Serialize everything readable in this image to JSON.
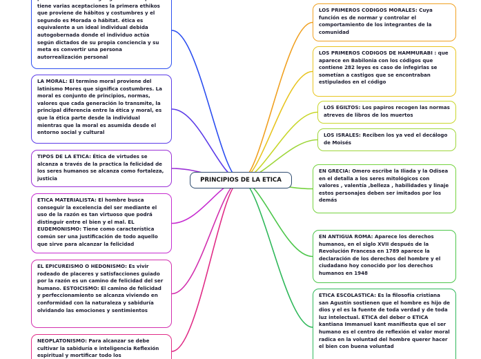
{
  "central": {
    "title": "PRINCIPIOS DE LA ETICA"
  },
  "nodes": [
    {
      "id": "etica_origen",
      "side": "left",
      "color": "#2b4ef0",
      "text": "proviene de de la voz griega ETHIKOS que tiene varias aceptaciones la primera ethikos que proviene de hábitos y costumbres y el segundo es Morada o hábitat. ética es equivalente a un  ideal individual debida autogobernada donde el individuo actúa según dictados de su propia conciencia y su meta es convertir una persona autorrealización personal"
    },
    {
      "id": "moral",
      "side": "left",
      "color": "#5b3be8",
      "text": "LA MORAL: El termino moral proviene del latinismo Mores que significa costumbres. La moral  es conjunto de principios, normas, valores que cada generación lo transmite, la principal diferencia entre la ética y moral, es que la ética parte desde la individual mientras que la moral es asumida desde el entorno social y cultural"
    },
    {
      "id": "tipos",
      "side": "left",
      "color": "#9a2fd6",
      "text": "TIPOS DE LA ETICA: Ética de virtudes se alcanza a través de la practica la felicidad de los seres humanos se alcanza como fortaleza, justicia"
    },
    {
      "id": "materialista",
      "side": "left",
      "color": "#c62bd0",
      "text": "ETICA MATERIALISTA: El hombre busca conseguir la excelencia del ser mediante el uso de la razón es tan virtuoso que podrá distinguir entre el bien y el mal. EL EUDEMONISMO: Tiene como característica común ser una justificación de todo aquello que sirve para alcanzar la felicidad"
    },
    {
      "id": "epicureismo",
      "side": "left",
      "color": "#d22fae",
      "text": "EL EPICUREISMO O HEDONISMO: Es vivir rodeado de placeres y satisfacciones guiado por la razón es un camino de felicidad del ser humano. ESTOICISMO: El camino de felicidad y perfeccionamiento se alcanza viviendo en conformidad con la naturaleza y sabiduría olvidando las emociones y sentimientos"
    },
    {
      "id": "neoplatonismo",
      "side": "left",
      "color": "#e02b86",
      "text": "NEOPLATONISMO: Para alcanzar se debe cultivar la sabiduría e inteligencia Reflexión espiritual y mortificar todo los"
    },
    {
      "id": "codigos_morales",
      "side": "right",
      "color": "#f0a020",
      "text": "LOS PRIMEROS CODIGOS MORALES: Cuya función es de normar y controlar el comportamiento de los integrantes de la comunidad"
    },
    {
      "id": "hammurabi",
      "side": "right",
      "color": "#e8c420",
      "text": "LOS PRIMEROS CODIGOS  DE HAMMURABI : que aparece en Babilonia  con los códigos que contiene 282 leyes es caso de infegirlas se sometían a castigos que se encontraban estipulados en el código"
    },
    {
      "id": "egiltos",
      "side": "right",
      "color": "#c8d62a",
      "text": "LOS EGILTOS: Los papiros recogen las normas atreves de libros de los muertos"
    },
    {
      "id": "israles",
      "side": "right",
      "color": "#9ed63a",
      "text": "LOS ISRALES: Reciben los ya ved  el decálogo de Moisés"
    },
    {
      "id": "grecia",
      "side": "right",
      "color": "#74d23e",
      "text": "EN GRECIA: Omero escribe la Iliada y la Odisea en el detalla a los seres mitológicos con valores , valentía ,belleza , habilidades y linaje estos personajes deben ser imitados por los demás"
    },
    {
      "id": "roma",
      "side": "right",
      "color": "#4cc64a",
      "text": "EN ANTIGUA ROMA: Aparece los derechos humanos, en el siglo XVII después de la Revolución Francesa en 1789 aparece la declaración de los derechos del hombre y el ciudadano hoy conocido por los derechos humanos en 1948"
    },
    {
      "id": "escolastica",
      "side": "right",
      "color": "#2fb85a",
      "text": "ETICA ESCOLASTICA: Es la filosofía cristiana san Agustín sostienen que el hombre es hijo de dios  y el es la fuente de toda verdad y de toda luz intelectual. ETICA del deber o ETICA kantiana Immanuel kant manifiesta que el ser humano es el centro de reflexión el valor moral radica en la voluntad del hombre querer hacer el bien con buena voluntad"
    }
  ]
}
